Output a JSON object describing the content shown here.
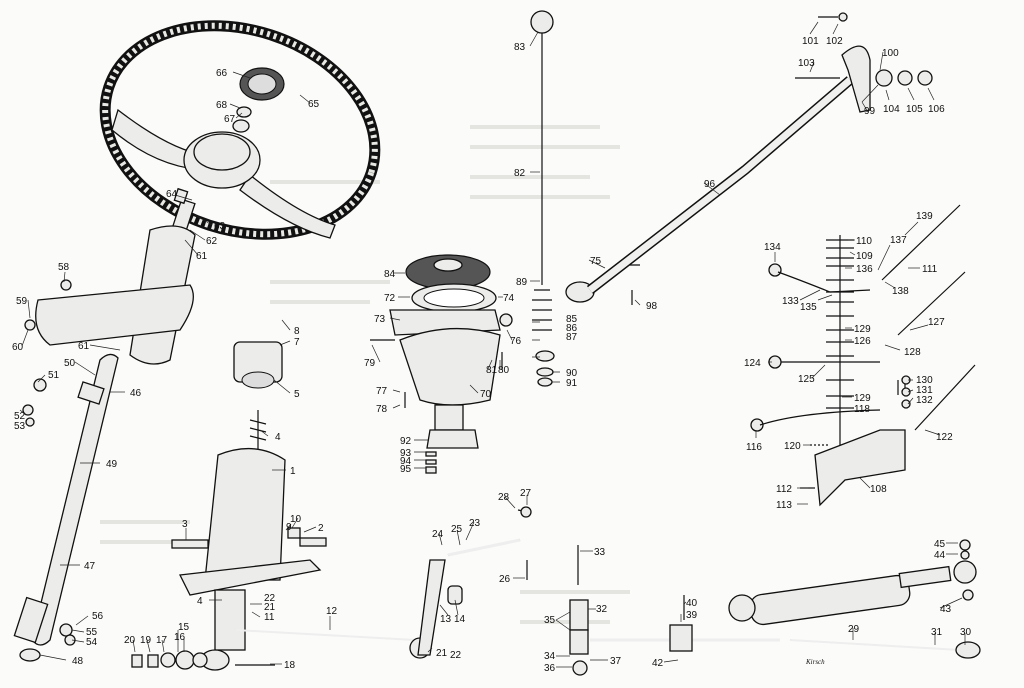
{
  "labels": [
    "1",
    "2",
    "3",
    "4",
    "4",
    "5",
    "7",
    "8",
    "9",
    "10",
    "11",
    "12",
    "13",
    "14",
    "15",
    "16",
    "17",
    "18",
    "19",
    "20",
    "21",
    "21",
    "22",
    "22",
    "23",
    "24",
    "25",
    "26",
    "27",
    "28",
    "29",
    "30",
    "31",
    "32",
    "33",
    "34",
    "35",
    "36",
    "37",
    "39",
    "40",
    "42",
    "43",
    "44",
    "45",
    "46",
    "47",
    "48",
    "49",
    "50",
    "51",
    "52",
    "53",
    "54",
    "55",
    "56",
    "58",
    "59",
    "60",
    "61",
    "61",
    "62",
    "63",
    "64",
    "65",
    "66",
    "67",
    "68",
    "70",
    "72",
    "73",
    "74",
    "75",
    "76",
    "77",
    "78",
    "79",
    "80",
    "81",
    "82",
    "83",
    "84",
    "85",
    "86",
    "87",
    "89",
    "90",
    "91",
    "92",
    "93",
    "94",
    "95",
    "96",
    "98",
    "99",
    "100",
    "101",
    "102",
    "103",
    "104",
    "105",
    "106",
    "108",
    "109",
    "110",
    "111",
    "112",
    "113",
    "116",
    "118",
    "120",
    "122",
    "124",
    "125",
    "126",
    "127",
    "128",
    "129",
    "129",
    "130",
    "131",
    "132",
    "133",
    "134",
    "135",
    "136",
    "137",
    "138",
    "139"
  ],
  "signature": "Kirsch"
}
